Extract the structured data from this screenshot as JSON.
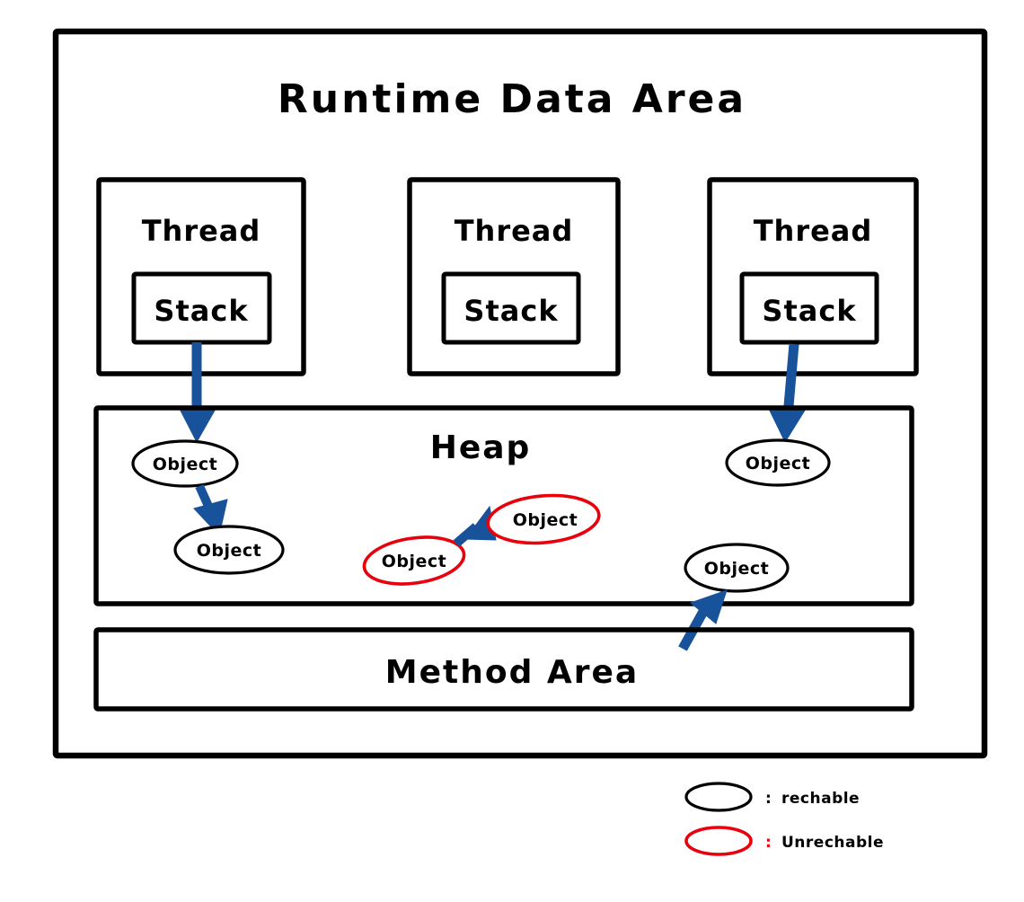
{
  "diagram": {
    "title": "Runtime Data Area",
    "type": "jvm-memory-diagram",
    "colors": {
      "outline": "#000000",
      "arrow_blue": "#17529a",
      "unreachable_red": "#e8000d",
      "background": "#ffffff"
    },
    "threads": [
      {
        "label": "Thread",
        "stack_label": "Stack",
        "has_reference_arrow": true
      },
      {
        "label": "Thread",
        "stack_label": "Stack",
        "has_reference_arrow": false
      },
      {
        "label": "Thread",
        "stack_label": "Stack",
        "has_reference_arrow": true
      }
    ],
    "heap": {
      "label": "Heap",
      "objects": [
        {
          "label": "Object",
          "state": "reachable"
        },
        {
          "label": "Object",
          "state": "reachable"
        },
        {
          "label": "Object",
          "state": "unreachable"
        },
        {
          "label": "Object",
          "state": "unreachable"
        },
        {
          "label": "Object",
          "state": "reachable"
        },
        {
          "label": "Object",
          "state": "reachable"
        }
      ]
    },
    "method_area": {
      "label": "Method Area"
    },
    "legend": [
      {
        "shape": "ellipse-black",
        "separator": ":",
        "label": "rechable"
      },
      {
        "shape": "ellipse-red",
        "separator": ":",
        "label": "Unrechable"
      }
    ]
  }
}
